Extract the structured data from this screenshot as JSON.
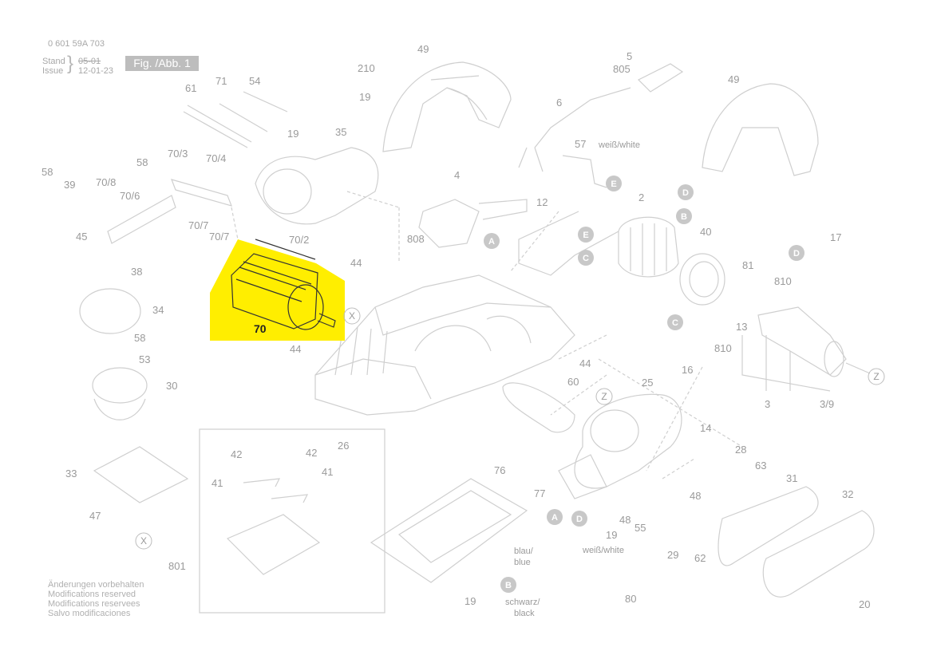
{
  "header": {
    "part_number": "0 601 59A 703",
    "stand_label": "Stand",
    "issue_label": "Issue",
    "stand_value": "05-01",
    "issue_value": "12-01-23",
    "figure": "Fig. /Abb. 1"
  },
  "highlight": {
    "color": "#ffee00",
    "label": "70"
  },
  "colors": {
    "line": "#cfcfcf",
    "text": "#9a9a9a",
    "badge": "#c8c8c8"
  },
  "labels": [
    {
      "id": "p49a",
      "text": "49"
    },
    {
      "id": "p210",
      "text": "210"
    },
    {
      "id": "p19a",
      "text": "19"
    },
    {
      "id": "p61",
      "text": "61"
    },
    {
      "id": "p71",
      "text": "71"
    },
    {
      "id": "p54",
      "text": "54"
    },
    {
      "id": "p19b",
      "text": "19"
    },
    {
      "id": "p35",
      "text": "35"
    },
    {
      "id": "p5",
      "text": "5"
    },
    {
      "id": "p805",
      "text": "805"
    },
    {
      "id": "p6",
      "text": "6"
    },
    {
      "id": "p57",
      "text": "57"
    },
    {
      "id": "p49b",
      "text": "49"
    },
    {
      "id": "p58a",
      "text": "58"
    },
    {
      "id": "p39",
      "text": "39"
    },
    {
      "id": "p708",
      "text": "70/8"
    },
    {
      "id": "p706",
      "text": "70/6"
    },
    {
      "id": "p58b",
      "text": "58"
    },
    {
      "id": "p703",
      "text": "70/3"
    },
    {
      "id": "p704",
      "text": "70/4"
    },
    {
      "id": "p45",
      "text": "45"
    },
    {
      "id": "p707a",
      "text": "70/7"
    },
    {
      "id": "p707b",
      "text": "70/7"
    },
    {
      "id": "p38",
      "text": "38"
    },
    {
      "id": "p702",
      "text": "70/2"
    },
    {
      "id": "p4",
      "text": "4"
    },
    {
      "id": "p12",
      "text": "12"
    },
    {
      "id": "p808",
      "text": "808"
    },
    {
      "id": "p2",
      "text": "2"
    },
    {
      "id": "p40",
      "text": "40"
    },
    {
      "id": "p17",
      "text": "17"
    },
    {
      "id": "p810a",
      "text": "810"
    },
    {
      "id": "p81",
      "text": "81"
    },
    {
      "id": "p44a",
      "text": "44"
    },
    {
      "id": "p34",
      "text": "34"
    },
    {
      "id": "p58c",
      "text": "58"
    },
    {
      "id": "p53",
      "text": "53"
    },
    {
      "id": "p44b",
      "text": "44"
    },
    {
      "id": "p13",
      "text": "13"
    },
    {
      "id": "p810b",
      "text": "810"
    },
    {
      "id": "p16",
      "text": "16"
    },
    {
      "id": "p44c",
      "text": "44"
    },
    {
      "id": "p30",
      "text": "30"
    },
    {
      "id": "p60",
      "text": "60"
    },
    {
      "id": "p25",
      "text": "25"
    },
    {
      "id": "p3",
      "text": "3"
    },
    {
      "id": "p39b",
      "text": "3/9"
    },
    {
      "id": "p26",
      "text": "26"
    },
    {
      "id": "p42a",
      "text": "42"
    },
    {
      "id": "p42b",
      "text": "42"
    },
    {
      "id": "p14",
      "text": "14"
    },
    {
      "id": "p28",
      "text": "28"
    },
    {
      "id": "p33",
      "text": "33"
    },
    {
      "id": "p41a",
      "text": "41"
    },
    {
      "id": "p41b",
      "text": "41"
    },
    {
      "id": "p76",
      "text": "76"
    },
    {
      "id": "p63",
      "text": "63"
    },
    {
      "id": "p31",
      "text": "31"
    },
    {
      "id": "p32",
      "text": "32"
    },
    {
      "id": "p48a",
      "text": "48"
    },
    {
      "id": "p77",
      "text": "77"
    },
    {
      "id": "p47",
      "text": "47"
    },
    {
      "id": "p48b",
      "text": "48"
    },
    {
      "id": "p55",
      "text": "55"
    },
    {
      "id": "p29",
      "text": "29"
    },
    {
      "id": "p62",
      "text": "62"
    },
    {
      "id": "p19c",
      "text": "19"
    },
    {
      "id": "p801",
      "text": "801"
    },
    {
      "id": "p20",
      "text": "20"
    },
    {
      "id": "p19d",
      "text": "19"
    },
    {
      "id": "p80",
      "text": "80"
    }
  ],
  "wire_labels": {
    "white_57": "weiß/white",
    "blue_de": "blau/",
    "blue_en": "blue",
    "white_bottom": "weiß/white",
    "black_de": "schwarz/",
    "black_en": "black"
  },
  "badges": [
    {
      "id": "bE1",
      "text": "E"
    },
    {
      "id": "bD1",
      "text": "D"
    },
    {
      "id": "bB1",
      "text": "B"
    },
    {
      "id": "bE2",
      "text": "E"
    },
    {
      "id": "bC1",
      "text": "C"
    },
    {
      "id": "bA1",
      "text": "A"
    },
    {
      "id": "bD2",
      "text": "D"
    },
    {
      "id": "bC2",
      "text": "C"
    },
    {
      "id": "bA2",
      "text": "A"
    },
    {
      "id": "bD3",
      "text": "D"
    },
    {
      "id": "bB2",
      "text": "B"
    }
  ],
  "ref_marks": [
    {
      "id": "x1",
      "text": "X"
    },
    {
      "id": "x2",
      "text": "X"
    },
    {
      "id": "z1",
      "text": "Z"
    },
    {
      "id": "z2",
      "text": "Z"
    }
  ],
  "notes": [
    "Änderungen vorbehalten",
    "Modifications reserved",
    "Modifications reservees",
    "Salvo modificaciones"
  ]
}
